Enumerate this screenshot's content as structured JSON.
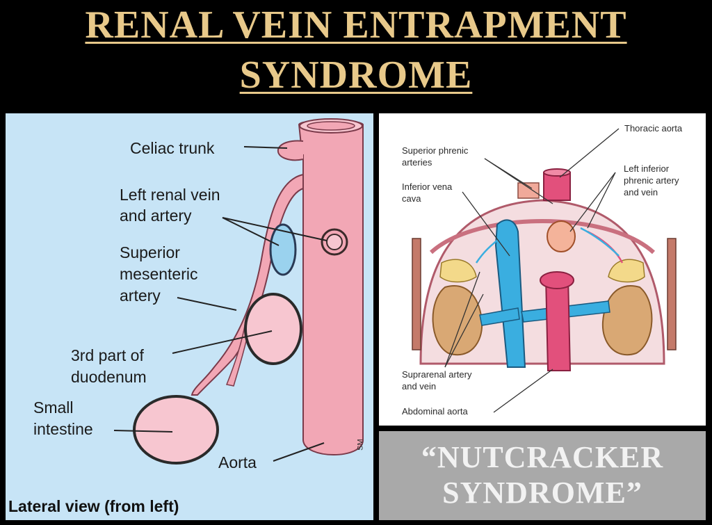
{
  "title": {
    "line1": "RENAL VEIN ENTRAPMENT",
    "line2": "SYNDROME"
  },
  "left_diagram": {
    "labels": {
      "celiac_trunk": "Celiac trunk",
      "left_renal_1": "Left renal vein",
      "left_renal_2": "and artery",
      "sma_1": "Superior",
      "sma_2": "mesenteric",
      "sma_3": "artery",
      "duodenum_1": "3rd part of",
      "duodenum_2": "duodenum",
      "small_intestine_1": "Small",
      "small_intestine_2": "intestine",
      "aorta": "Aorta",
      "signature": "SM"
    },
    "caption": "Lateral view (from left)",
    "colors": {
      "background": "#c7e4f6",
      "vessel": "#f2a7b5"
    }
  },
  "right_diagram": {
    "labels": {
      "thoracic_aorta": "Thoracic aorta",
      "superior_phrenic_1": "Superior phrenic",
      "superior_phrenic_2": "arteries",
      "ivc_1": "Inferior vena",
      "ivc_2": "cava",
      "left_inferior_phrenic_1": "Left inferior",
      "left_inferior_phrenic_2": "phrenic artery",
      "left_inferior_phrenic_3": "and vein",
      "suprarenal_1": "Suprarenal artery",
      "suprarenal_2": "and vein",
      "abdominal_aorta": "Abdominal aorta"
    },
    "colors": {
      "vein": "#3aaee0",
      "artery": "#e2507c",
      "kidney": "#d9a874"
    }
  },
  "caption_box": {
    "line1": "“NUTCRACKER",
    "line2": "SYNDROME”"
  }
}
